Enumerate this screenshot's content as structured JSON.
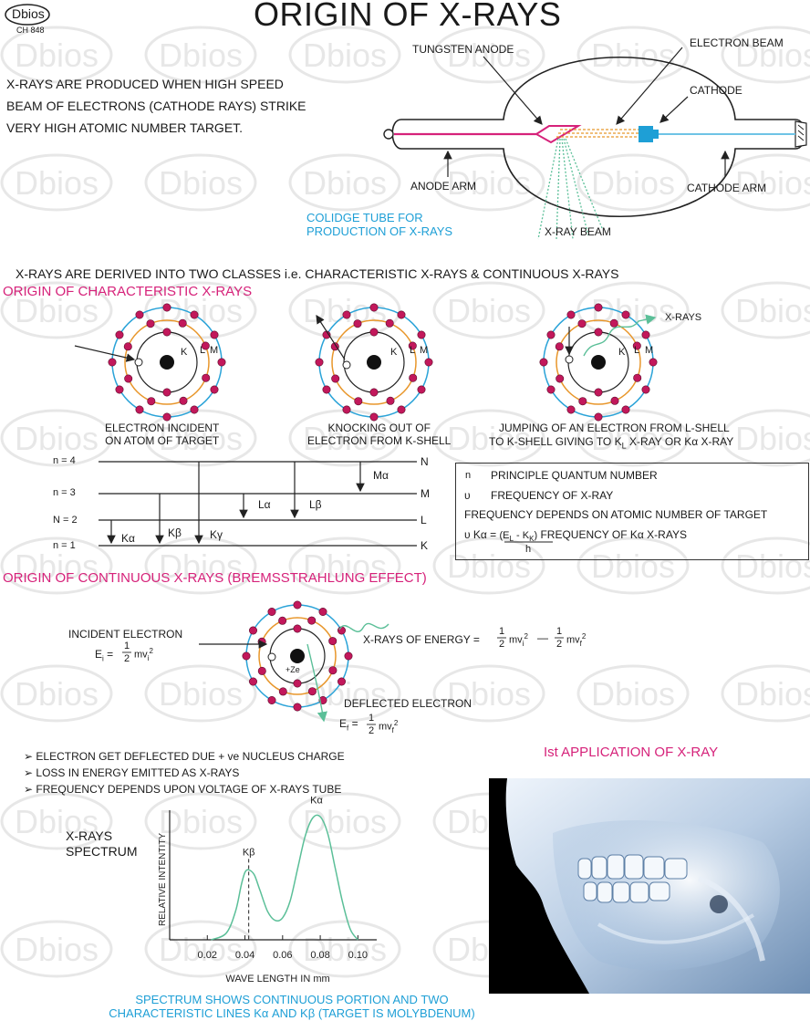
{
  "header": {
    "logo": "Dbios",
    "code": "CH 848",
    "title": "ORIGIN OF X-RAYS"
  },
  "watermark": {
    "text": "Dbios"
  },
  "intro": {
    "lines": [
      "X-RAYS ARE PRODUCED WHEN HIGH SPEED",
      "BEAM OF ELECTRONS (CATHODE RAYS) STRIKE",
      "VERY HIGH ATOMIC NUMBER TARGET."
    ]
  },
  "tube": {
    "labels": {
      "tungsten_anode": "TUNGSTEN ANODE",
      "electron_beam": "ELECTRON BEAM",
      "cathode": "CATHODE",
      "anode_arm": "ANODE ARM",
      "cathode_arm": "CATHODE ARM",
      "xray_beam": "X-RAY BEAM"
    },
    "caption": [
      "COLIDGE TUBE FOR",
      "PRODUCTION OF X-RAYS"
    ]
  },
  "classes_line": "X-RAYS ARE DERIVED INTO TWO CLASSES i.e. CHARACTERISTIC X-RAYS & CONTINUOUS X-RAYS",
  "characteristic": {
    "heading": "ORIGIN OF CHARACTERISTIC X-RAYS",
    "shell_labels": {
      "k": "K",
      "l": "L",
      "m": "M"
    },
    "xrays_label": "X-RAYS",
    "captions": [
      [
        "ELECTRON INCIDENT",
        "ON ATOM OF TARGET"
      ],
      [
        "KNOCKING OUT OF",
        "ELECTRON FROM K-SHELL"
      ],
      [
        "JUMPING OF AN ELECTRON FROM L-SHELL",
        "TO K-SHELL GIVING TO K",
        "L",
        " X-RAY OR Kα X-RAY"
      ]
    ]
  },
  "energy_levels": {
    "levels": [
      {
        "left": "n = 4",
        "right": "N"
      },
      {
        "left": "n = 3",
        "right": "M"
      },
      {
        "left": "N = 2",
        "right": "L"
      },
      {
        "left": "n = 1",
        "right": "K"
      }
    ],
    "transitions": [
      "Kα",
      "Kβ",
      "Kγ",
      "Lα",
      "Lβ",
      "Mα"
    ]
  },
  "info_box": {
    "rows": [
      {
        "symbol": "n",
        "text": "PRINCIPLE QUANTUM NUMBER"
      },
      {
        "symbol": "υ",
        "text": "FREQUENCY OF X-RAY"
      }
    ],
    "line3": "FREQUENCY DEPENDS ON ATOMIC NUMBER OF TARGET",
    "formula_lhs": "υ Kα = ",
    "formula_num_a": "(E",
    "formula_num_sub1": "L",
    "formula_num_b": " - K",
    "formula_num_sub2": "K",
    "formula_num_c": ")",
    "formula_den": "h",
    "formula_rhs": " FREQUENCY OF Kα X-RAYS"
  },
  "continuous": {
    "heading": "ORIGIN OF CONTINUOUS X-RAYS (BREMSSTRAHLUNG EFFECT)",
    "incident_label": "INCIDENT ELECTRON",
    "ei_prefix": "E",
    "ei_sub": "i",
    "eq": " = ",
    "half_num": "1",
    "half_den": "2",
    "mvi": "mv",
    "mvf": "mv",
    "sub_i": "i",
    "sub_f": "f",
    "sq": "2",
    "minus": "—",
    "xray_energy_label": "X-RAYS OF ENERGY = ",
    "nucleus": "+Ze",
    "deflected_label": "DEFLECTED ELECTRON",
    "ef_prefix": "E",
    "ef_sub": "f"
  },
  "bullets": [
    "ELECTRON GET DEFLECTED DUE + ve NUCLEUS CHARGE",
    "LOSS IN ENERGY EMITTED AS X-RAYS",
    "FREQUENCY DEPENDS UPON VOLTAGE OF X-RAYS TUBE"
  ],
  "bullet_marker": "➢",
  "application": {
    "heading": "Ist APPLICATION OF X-RAY"
  },
  "spectrum": {
    "title": [
      "X-RAYS",
      "SPECTRUM"
    ],
    "caption": [
      "SPECTRUM SHOWS CONTINUOUS PORTION AND TWO",
      "CHARACTERISTIC LINES Kα AND Kβ (TARGET IS MOLYBDENUM)"
    ]
  },
  "chart_data": {
    "type": "line",
    "title": "",
    "xlabel": "WAVE LENGTH IN mm",
    "ylabel": "RELATIVE INTENTITY",
    "xlim": [
      0.0,
      0.11
    ],
    "ylim": [
      0,
      1.0
    ],
    "x_ticks": [
      0.02,
      0.04,
      0.06,
      0.08,
      0.1
    ],
    "x_tick_labels": [
      "0.02",
      "0.04",
      "0.06",
      "0.08",
      "0.10"
    ],
    "series": [
      {
        "x": [
          0.022,
          0.03,
          0.035,
          0.038,
          0.04,
          0.042,
          0.045,
          0.048,
          0.052,
          0.056,
          0.06,
          0.064,
          0.068,
          0.072,
          0.076,
          0.08,
          0.084,
          0.088,
          0.092,
          0.096,
          0.1
        ],
        "y": [
          0.0,
          0.05,
          0.22,
          0.42,
          0.52,
          0.54,
          0.5,
          0.38,
          0.22,
          0.15,
          0.17,
          0.3,
          0.55,
          0.8,
          0.94,
          0.95,
          0.82,
          0.55,
          0.28,
          0.08,
          0.0
        ]
      }
    ],
    "annotations": [
      {
        "label": "Kβ",
        "x": 0.042
      },
      {
        "label": "Kα",
        "x": 0.078
      }
    ],
    "line_color": "#5bbf98"
  },
  "colors": {
    "pink": "#d6227a",
    "cyan": "#1e9fd6",
    "orange": "#e8962a",
    "green": "#5bbf98",
    "shell_cyan": "#2aa3d8",
    "electron": "#c2185b"
  }
}
